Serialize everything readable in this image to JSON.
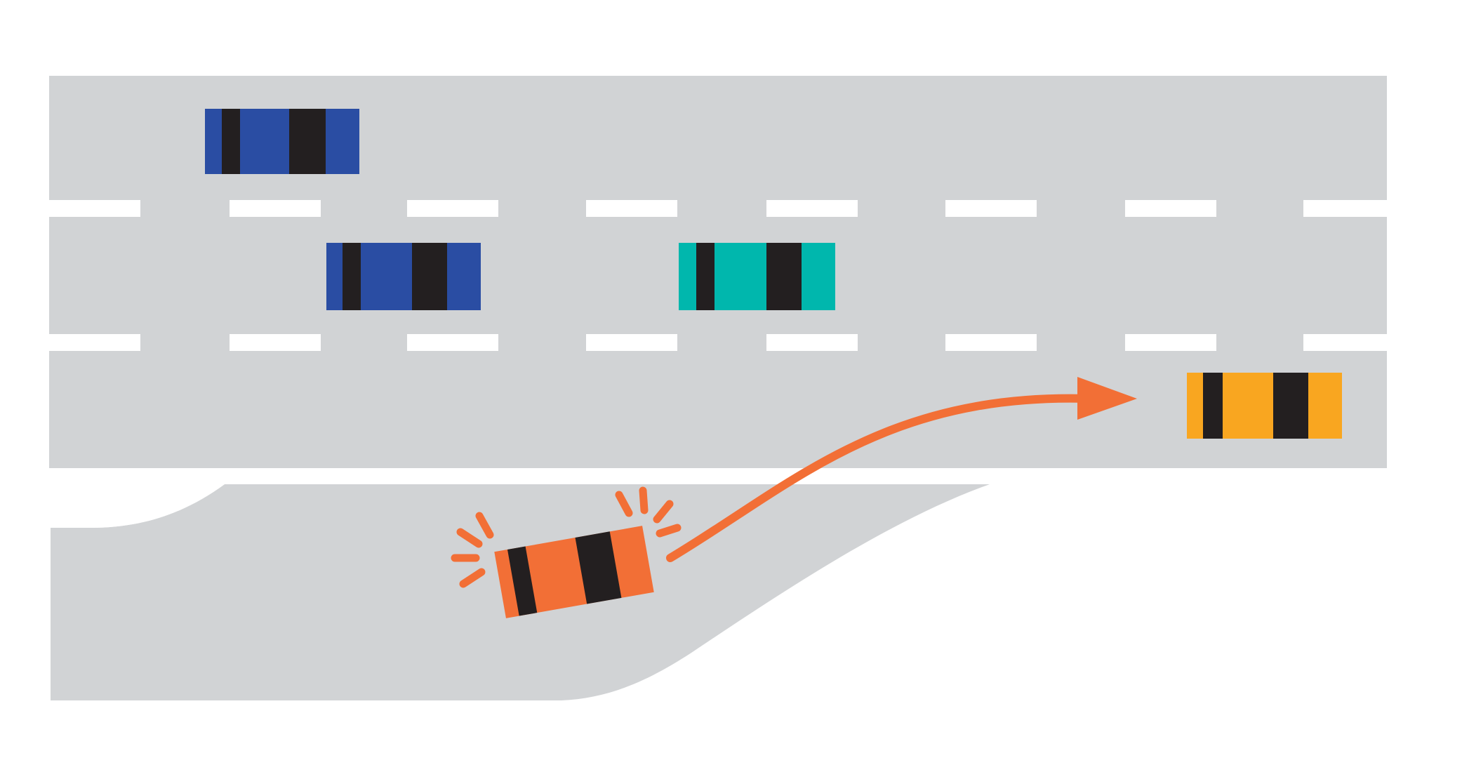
{
  "scene": {
    "description_visible_text": "",
    "colors": {
      "background": "#ffffff",
      "road": "#d1d3d5",
      "lane_marking": "#ffffff",
      "car_blue": "#2a4da3",
      "car_teal": "#00b7ad",
      "car_yellow": "#f9a620",
      "car_orange": "#f26f36",
      "car_stripe": "#231f20",
      "arrow": "#f26f36"
    },
    "vehicles": [
      {
        "name": "car-blue-top",
        "color": "blue",
        "lane": 1
      },
      {
        "name": "car-blue-middle",
        "color": "blue",
        "lane": 2
      },
      {
        "name": "car-teal-middle",
        "color": "teal",
        "lane": 2
      },
      {
        "name": "car-yellow-right",
        "color": "yellow",
        "lane": 3
      },
      {
        "name": "car-orange-merging",
        "color": "orange",
        "lane": "on-ramp",
        "signaling": true
      }
    ],
    "icons": [
      "signal-flash-icon",
      "merge-arrow-icon"
    ]
  }
}
